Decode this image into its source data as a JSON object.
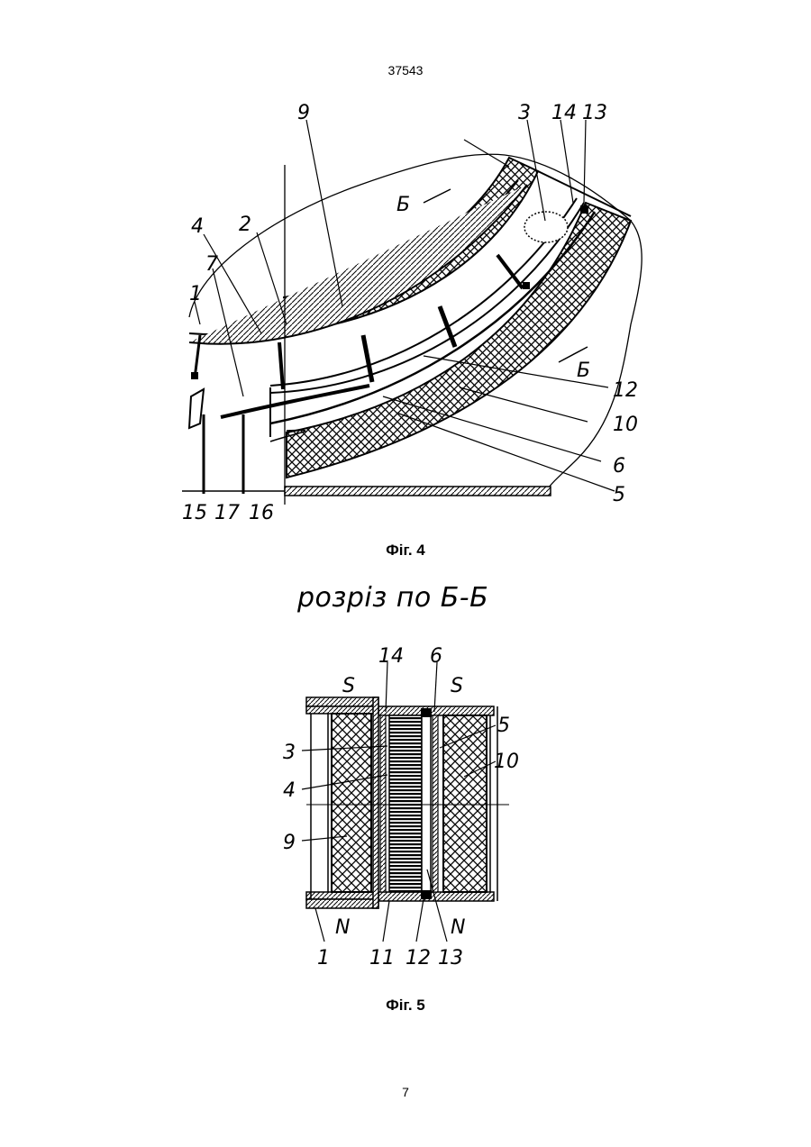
{
  "header": {
    "doc_number": "37543"
  },
  "figure4": {
    "caption": "Фіг. 4",
    "labels": {
      "l9": "9",
      "l3": "3",
      "l14": "14",
      "l13": "13",
      "l4": "4",
      "l2": "2",
      "l7": "7",
      "l1": "1",
      "l12": "12",
      "l10": "10",
      "l6": "6",
      "l5": "5",
      "l15": "15",
      "l17": "17",
      "l16": "16",
      "section_mark_top": "Б",
      "section_mark_bottom": "Б"
    }
  },
  "figure5": {
    "section_title": "розріз по Б-Б",
    "caption": "Фіг. 5",
    "labels": {
      "l14": "14",
      "l6": "6",
      "s_left": "S",
      "s_right": "S",
      "l3": "3",
      "l4": "4",
      "l9": "9",
      "l5": "5",
      "l10": "10",
      "n_left": "N",
      "n_right": "N",
      "l1": "1",
      "l11": "11",
      "l12": "12",
      "l13": "13"
    }
  },
  "footer": {
    "page_number": "7"
  }
}
